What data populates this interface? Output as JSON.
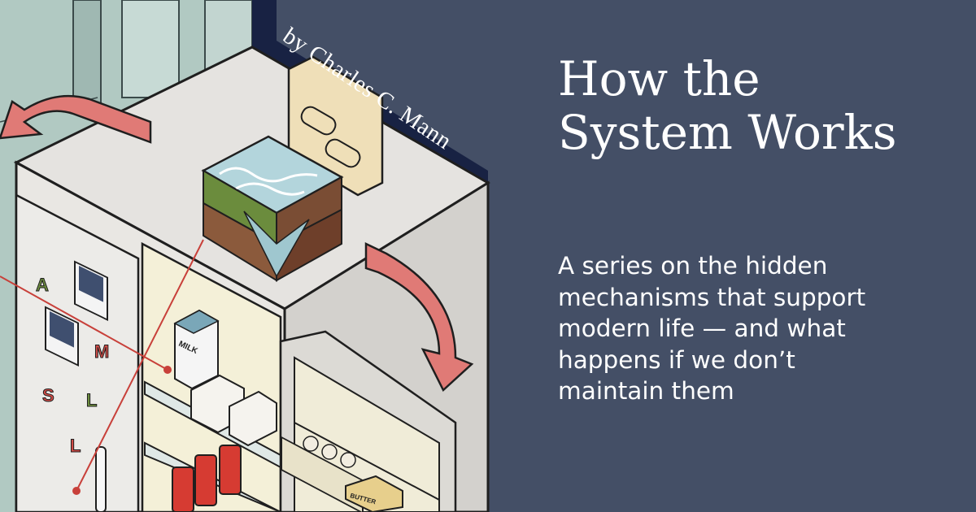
{
  "article": {
    "byline": "by Charles C. Mann",
    "title_line1": "How the",
    "title_line2": "System Works",
    "subtitle_lines": [
      "A series on the hidden",
      "mechanisms that support",
      "modern life — and what",
      "happens if we don’t",
      "maintain them"
    ]
  },
  "illustration": {
    "milk_label": "MILK",
    "butter_label": "BUTTER",
    "magnet_letters": [
      "A",
      "M",
      "S",
      "L",
      "L"
    ]
  },
  "colors": {
    "panel_background": "#444f66",
    "dark_border": "#182243",
    "arrow": "#e07a76",
    "fridge_body": "#e5e3e0"
  }
}
